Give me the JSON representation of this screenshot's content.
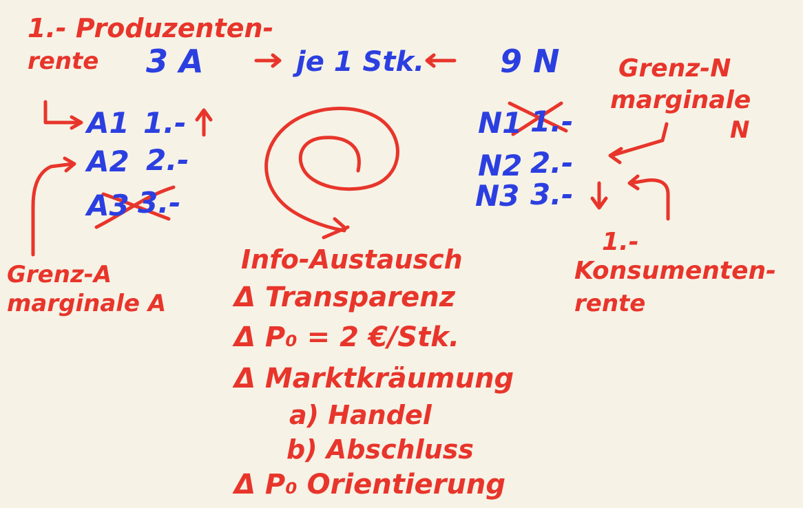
{
  "colors": {
    "background": "#f6f2e6",
    "red_ink": "#e8352b",
    "blue_ink": "#2b3fe0"
  },
  "producer_rent": {
    "line1": "1.- Produzenten-",
    "line2": "rente"
  },
  "supply": "3 A",
  "demand": "9 N",
  "per_unit": "je 1 Stk.",
  "sellers": [
    {
      "label": "A1",
      "price": "1.-",
      "crossed": false
    },
    {
      "label": "A2",
      "price": "2.-",
      "crossed": false
    },
    {
      "label": "A3",
      "price": "3.-",
      "crossed": true
    }
  ],
  "buyers": [
    {
      "label": "N1",
      "price": "1.-",
      "crossed": true
    },
    {
      "label": "N2",
      "price": "2.-",
      "crossed": false
    },
    {
      "label": "N3",
      "price": "3.-",
      "crossed": false
    }
  ],
  "grenz_n": {
    "line1": "Grenz-N",
    "line2": "marginale",
    "line3": "N"
  },
  "grenz_a": {
    "line1": "Grenz-A",
    "line2": "marginale A"
  },
  "consumer_rent": {
    "line1": "1.-",
    "line2": "Konsumenten-",
    "line3": "rente"
  },
  "process": {
    "items": [
      "Info-Austausch",
      "Δ Transparenz",
      "Δ P₀ = 2 €/Stk.",
      "Δ Marktkräumung",
      "a) Handel",
      "b) Abschluss",
      "Δ P₀ Orientierung"
    ]
  }
}
